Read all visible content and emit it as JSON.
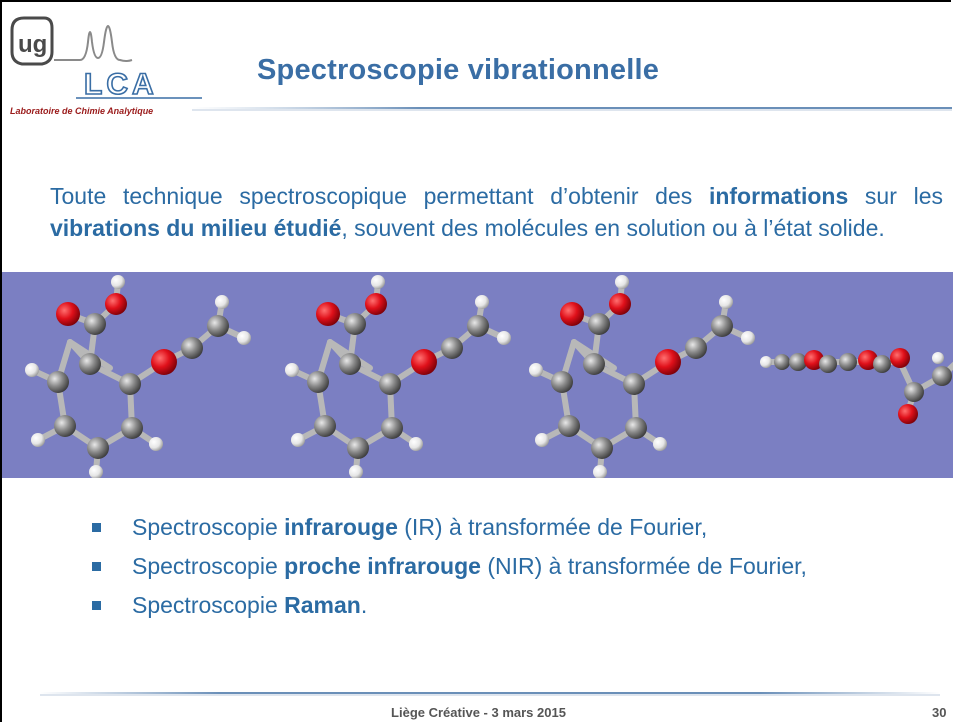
{
  "slide": {
    "logo": {
      "initials": "ug",
      "acronym": "LCA",
      "lab_name": "Laboratoire de Chimie Analytique"
    },
    "title": "Spectroscopie vibrationnelle",
    "intro": {
      "t1": "Toute technique spectroscopique permettant d’obtenir des ",
      "b1": "informations",
      "t2": " sur les ",
      "b2": "vibrations du milieu étudié",
      "t3": ", souvent des molécules en solution ou à l’état solide."
    },
    "bullets": [
      {
        "pre": "Spectroscopie ",
        "bold": "infrarouge",
        "post": " (IR) à transformée de Fourier,"
      },
      {
        "pre": "Spectroscopie ",
        "bold": "proche infrarouge",
        "post": " (NIR) à transformée de Fourier,"
      },
      {
        "pre": "Spectroscopie ",
        "bold": "Raman",
        "post": "."
      }
    ],
    "footer": "Liège Créative - 3 mars 2015",
    "page_number": "30"
  },
  "colors": {
    "title": "#3a6ea5",
    "text": "#2b6ba3",
    "band": "#7b7fc2",
    "oxygen": "#e0101a",
    "carbon": "#8a8a8a",
    "hydrogen": "#f2f2f2"
  }
}
